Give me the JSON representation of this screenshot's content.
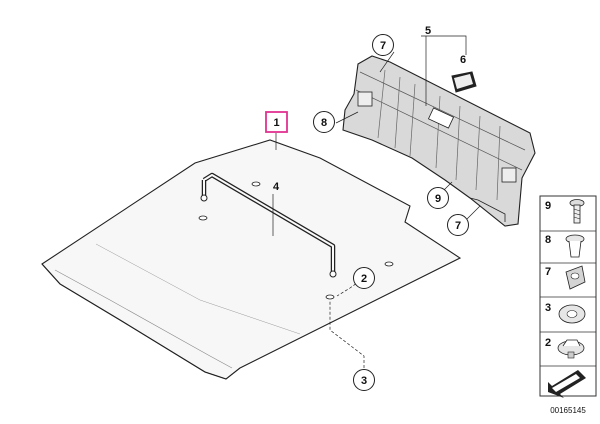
{
  "callouts": {
    "part1": "1",
    "part2": "2",
    "part3": "3",
    "part4": "4",
    "part5": "5",
    "part6": "6",
    "part7_top": "7",
    "part7_bottom": "7",
    "part8": "8",
    "part9": "9"
  },
  "legend": [
    {
      "label": "9",
      "icon": "screw-icon"
    },
    {
      "label": "8",
      "icon": "expanding-rivet-icon"
    },
    {
      "label": "7",
      "icon": "clip-nut-icon"
    },
    {
      "label": "3",
      "icon": "round-clip-icon"
    },
    {
      "label": "2",
      "icon": "cap-clip-icon"
    }
  ],
  "doc_number": "00165145",
  "colors": {
    "highlight": "#e0328f",
    "line": "#222222",
    "panel_fill": "#d9d9d9",
    "legend_border": "#333333"
  }
}
